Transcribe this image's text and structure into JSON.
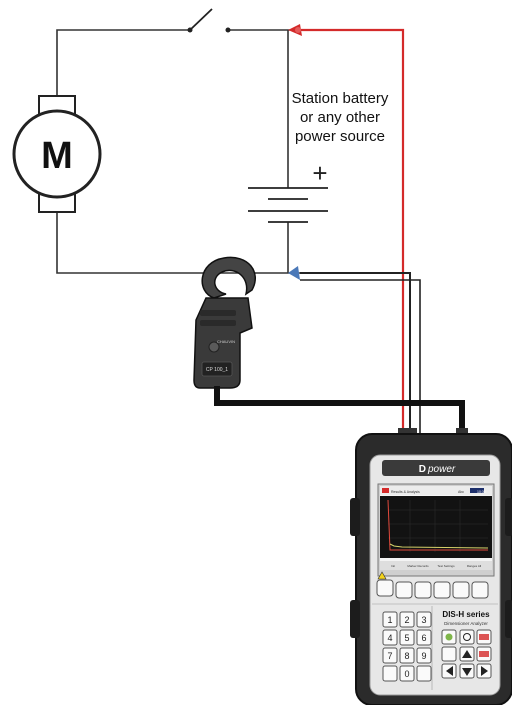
{
  "labels": {
    "motor": "M",
    "source_line1": "Station battery",
    "source_line2": "or any other",
    "source_line3": "power source",
    "plus": "+"
  },
  "clamp": {
    "brand": "CHAUVIN",
    "model": "CP 100_1"
  },
  "device": {
    "brand_prefix": "D",
    "brand_suffix": "power",
    "screen_title": "Results & Analysis",
    "screen_tag_1": "Abc",
    "screen_tag_2": "10:30",
    "softkeys": [
      "Init",
      "Marker Records",
      "Test Settings",
      "Ranges All"
    ],
    "series_title": "DIS-H series",
    "series_sub": "Dimensioner Analyzer",
    "keypad": [
      "1",
      "2",
      "3",
      "4",
      "5",
      "6",
      "7",
      "8",
      "9",
      "",
      "0",
      ""
    ]
  },
  "colors": {
    "wire": "#333333",
    "red_lead": "#d42a2a",
    "blue_lead": "#4a78b8",
    "device_body": "#2b2b2b",
    "panel": "#e7e7e7",
    "screen_bg": "#121212",
    "trace": "#e0493c",
    "trace2": "#d8d36a"
  },
  "icons": [
    "switch-icon",
    "battery-icon",
    "clamp-meter-icon",
    "motor-icon",
    "warning-icon",
    "power-icon"
  ]
}
